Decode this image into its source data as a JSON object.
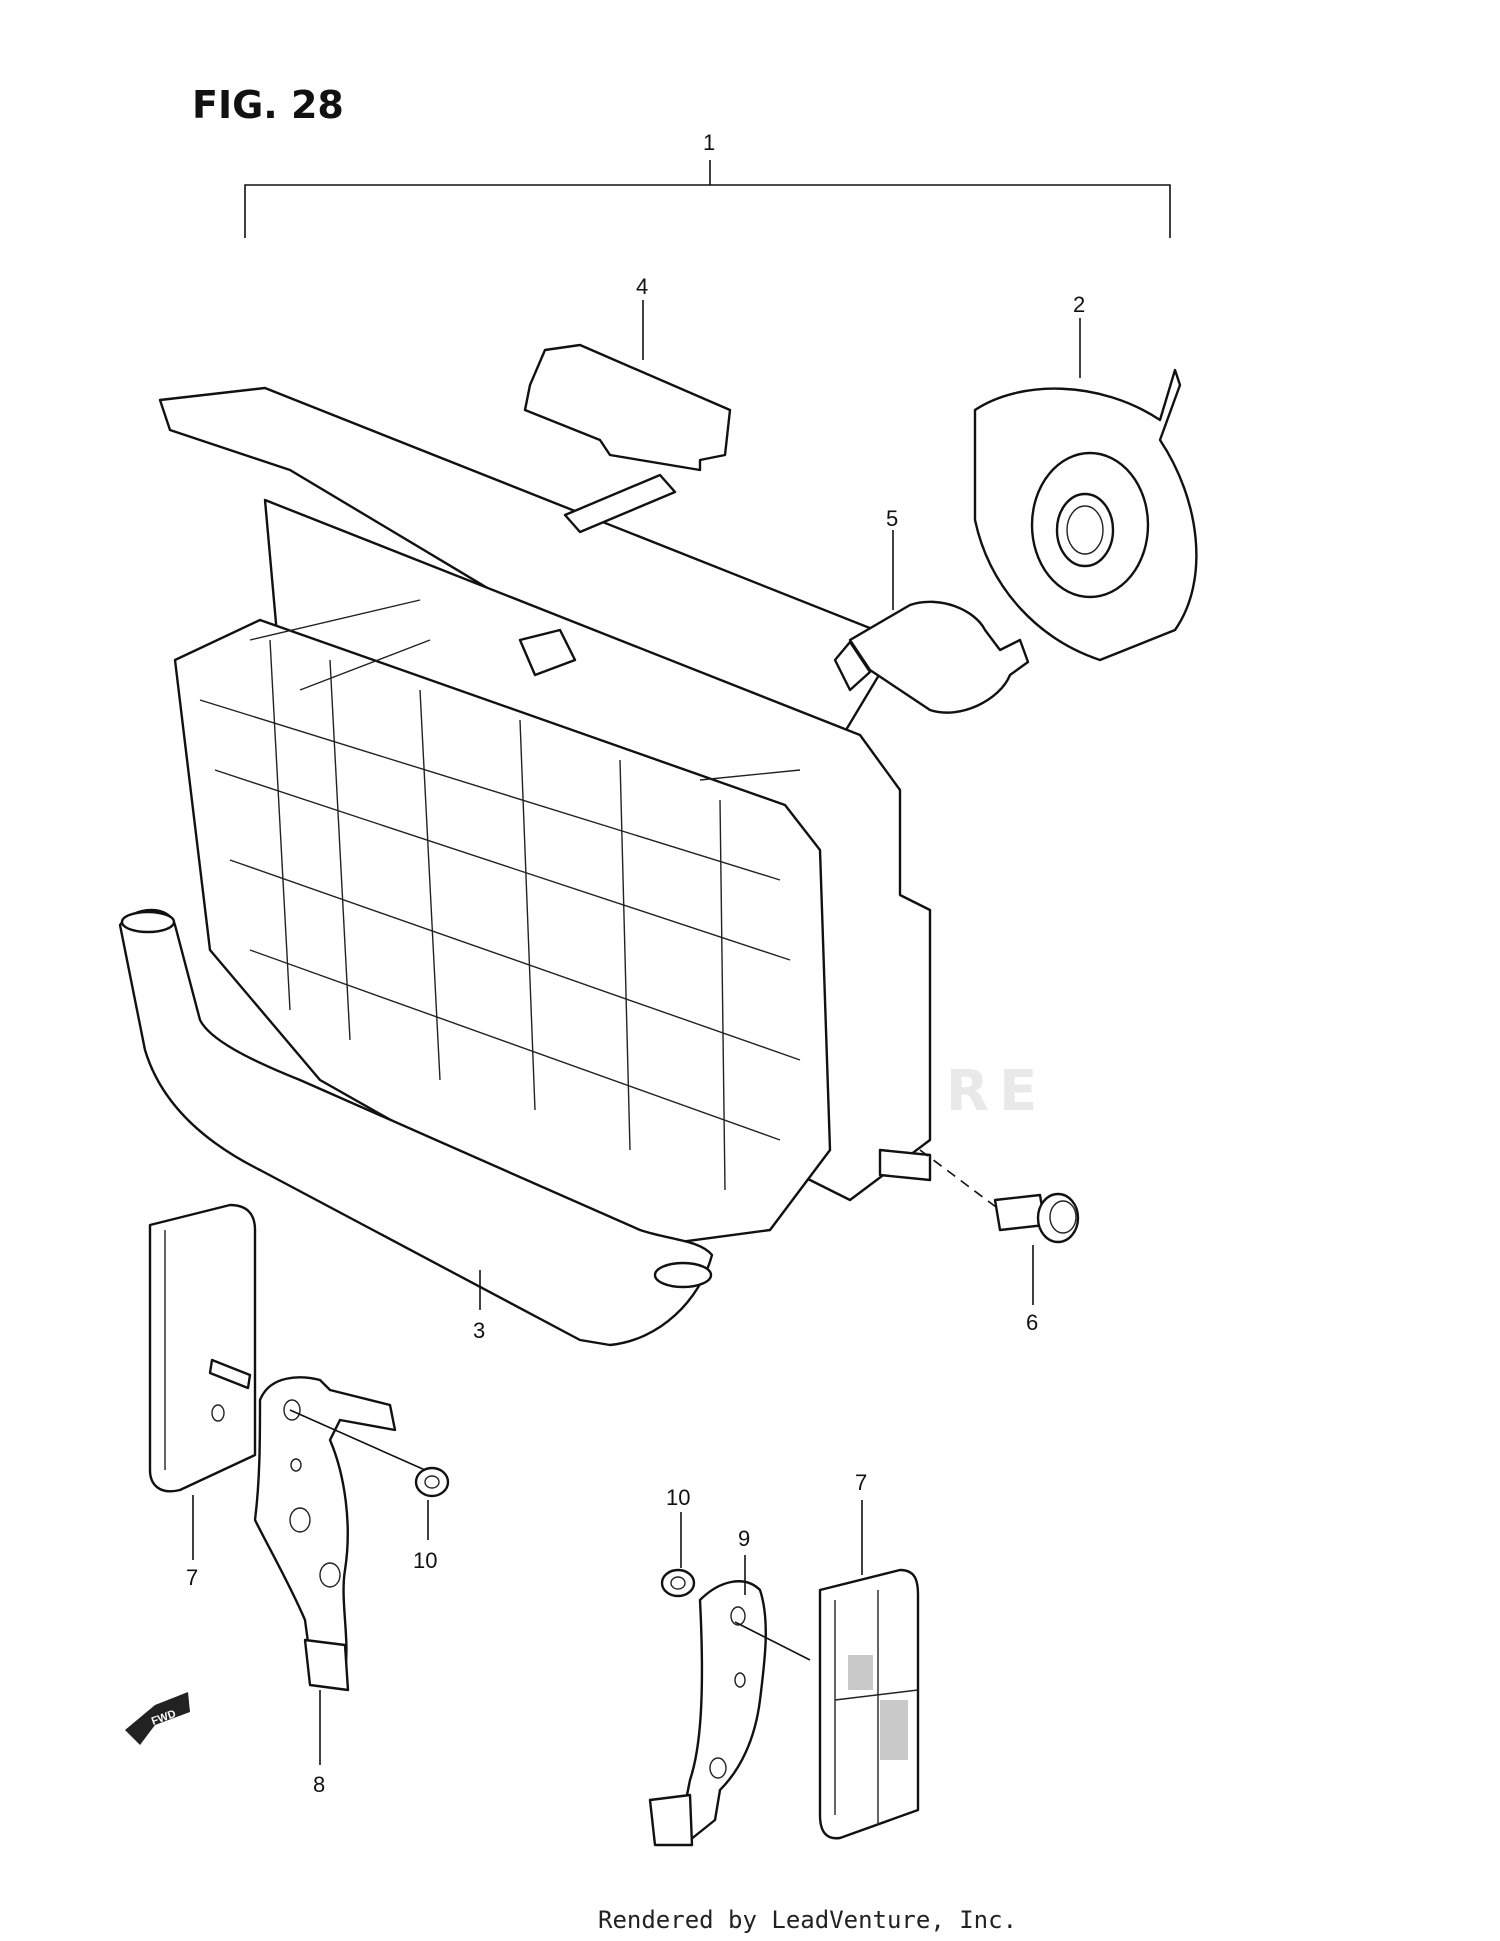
{
  "figure": {
    "title": "FIG. 28"
  },
  "watermark": "LEADVENTURE",
  "fwd_arrow_text": "FWD",
  "callouts": {
    "p1": "1",
    "p2": "2",
    "p3": "3",
    "p4": "4",
    "p5": "5",
    "p6": "6",
    "p7a": "7",
    "p7b": "7",
    "p8": "8",
    "p9": "9",
    "p10a": "10",
    "p10b": "10"
  },
  "footer": {
    "credit": "Rendered by LeadVenture, Inc."
  }
}
